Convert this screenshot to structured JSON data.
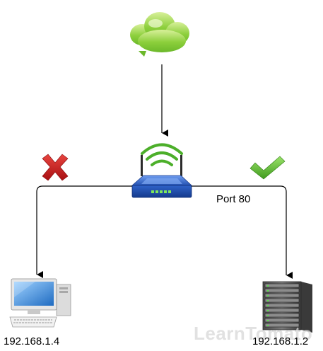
{
  "nodes": {
    "cloud": {
      "icon": "cloud-icon"
    },
    "router": {
      "icon": "wireless-router-icon",
      "signal_color": "#4caf2a",
      "body_color": "#2f63c6"
    },
    "client": {
      "icon": "desktop-computer-icon",
      "ip": "192.168.1.4",
      "status_icon": "red-x-icon",
      "status_color": "#c8171a"
    },
    "server": {
      "icon": "server-rack-icon",
      "ip": "192.168.1.2",
      "status_icon": "green-check-icon",
      "status_color": "#4fb52b",
      "port_label": "Port 80"
    }
  },
  "watermark": "LearnTomato"
}
